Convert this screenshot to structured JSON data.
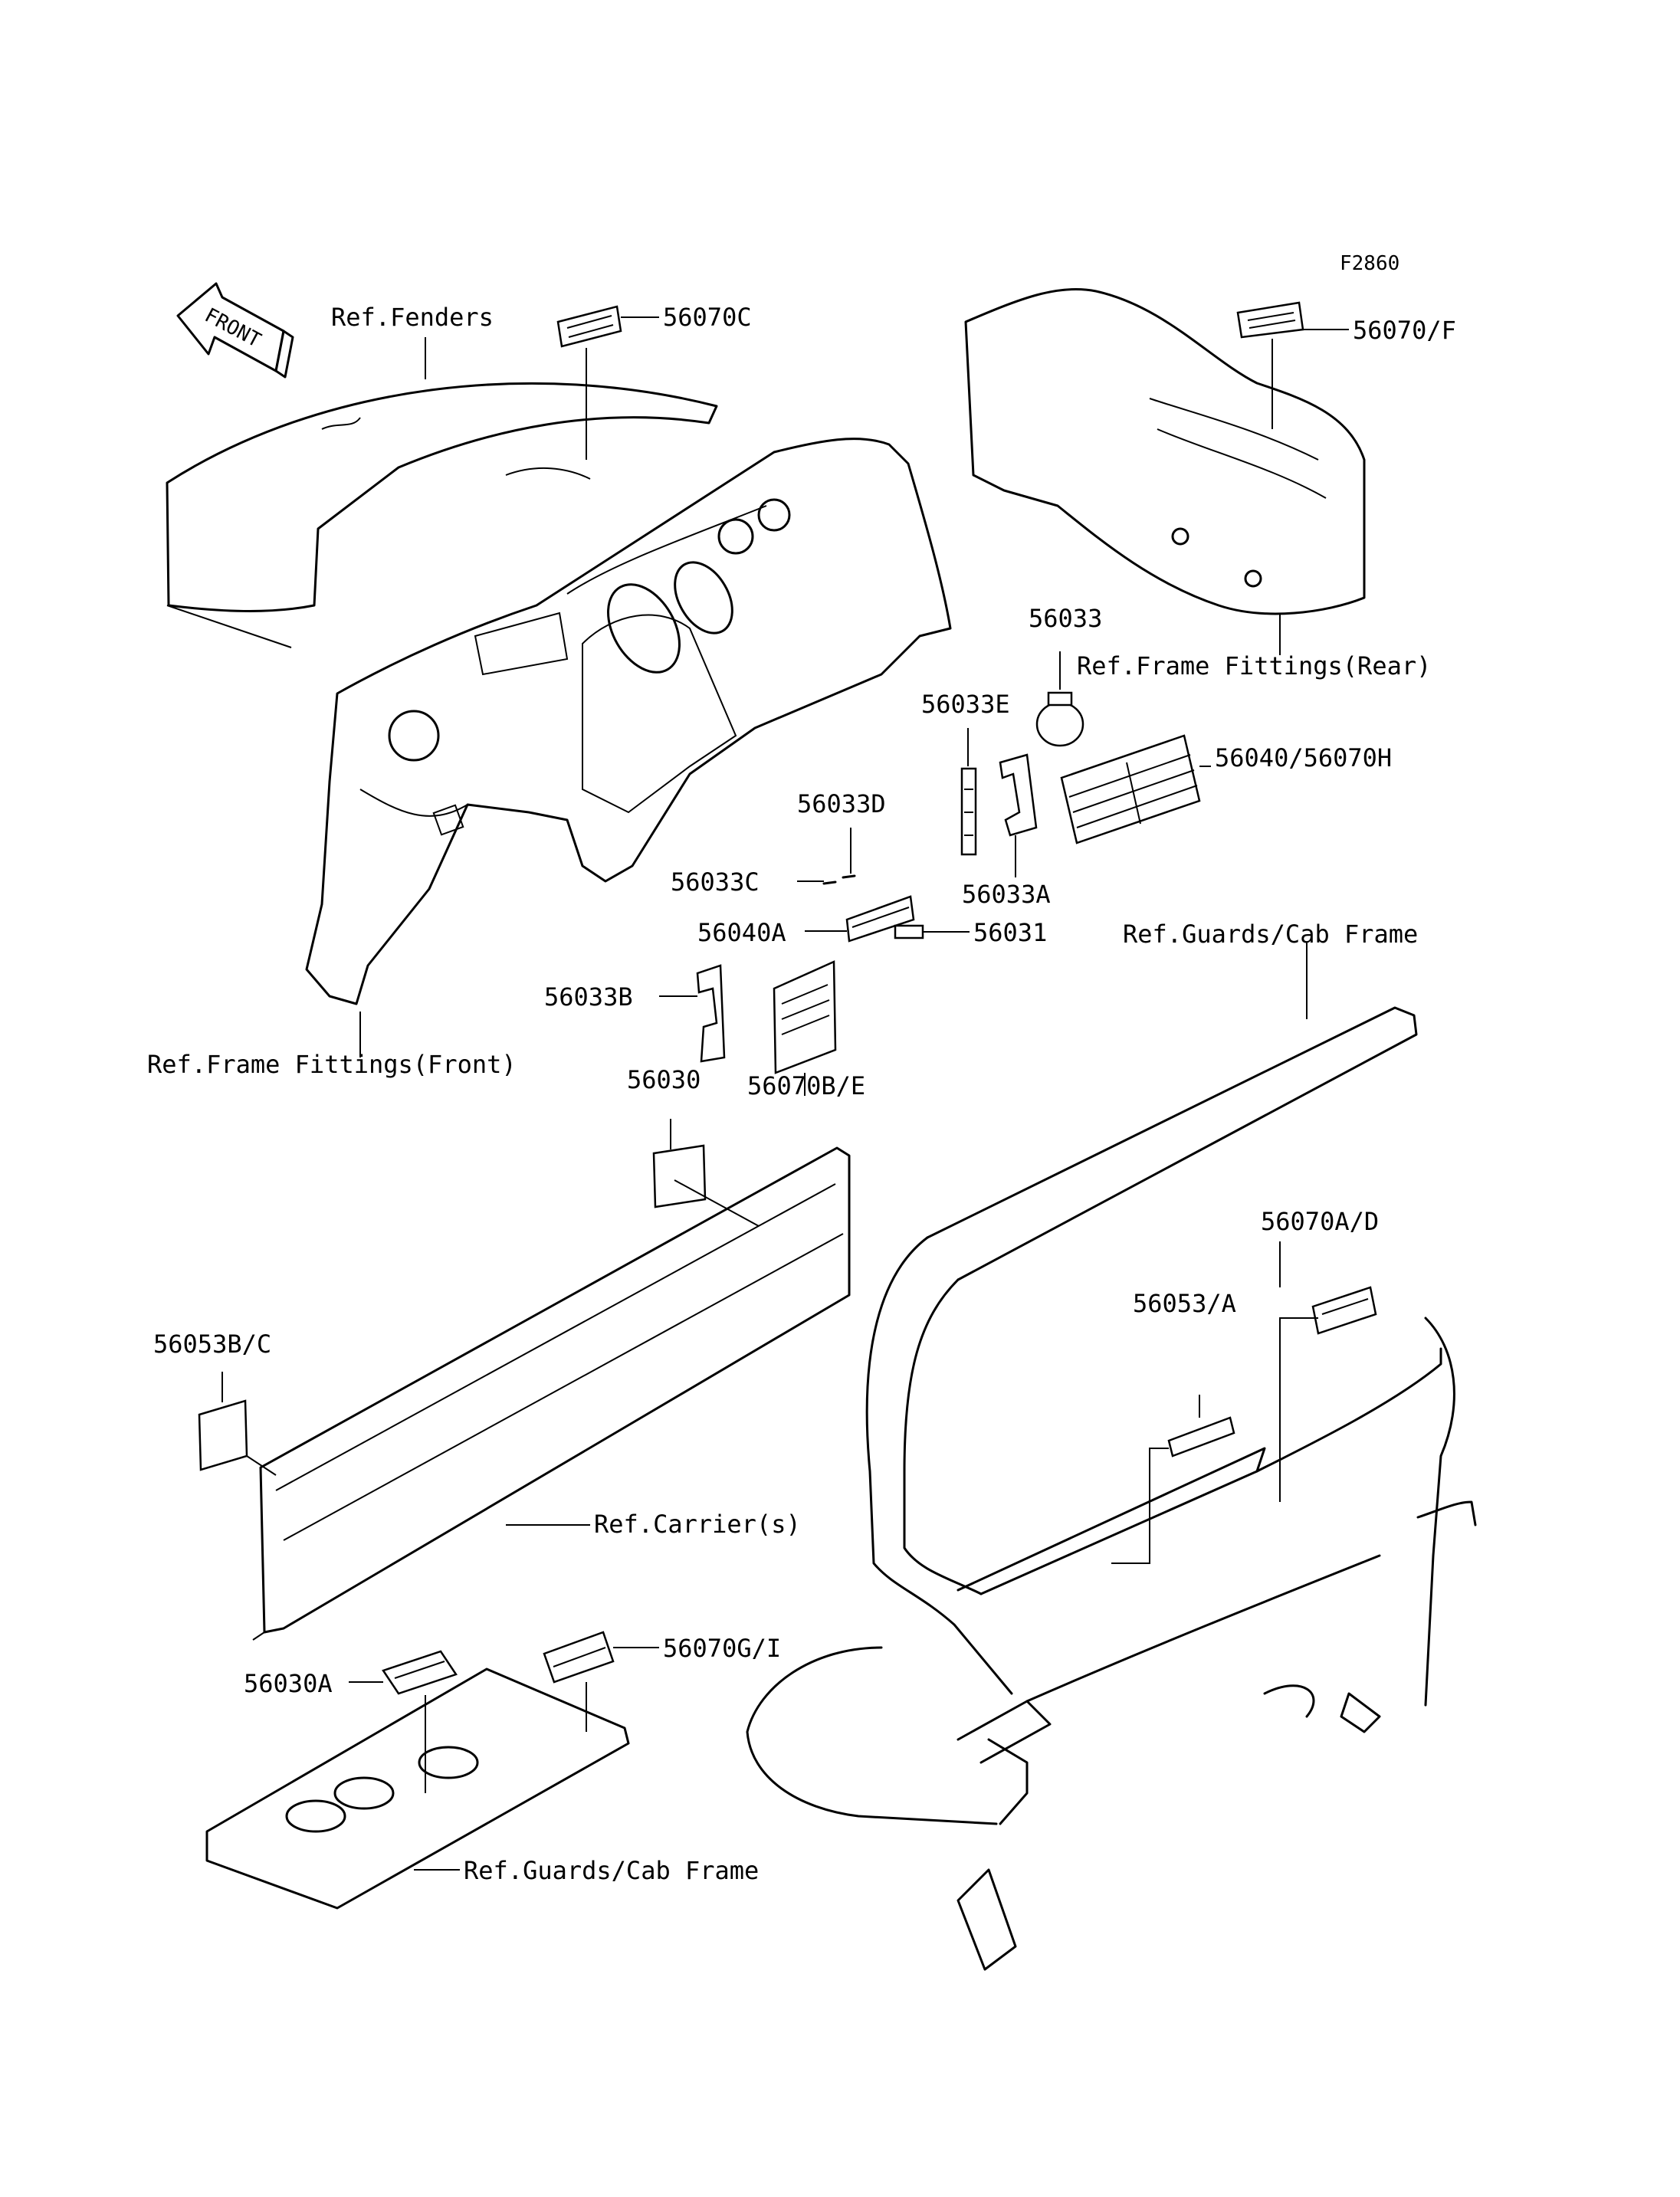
{
  "figure_code": "F2860",
  "front_arrow_text": "FRONT",
  "labels": {
    "p56070C": "56070C",
    "p56070F": "56070/F",
    "p56033": "56033",
    "p56033E": "56033E",
    "p56040_56070H": "56040/56070H",
    "p56033D": "56033D",
    "p56033C": "56033C",
    "p56033A": "56033A",
    "p56040A": "56040A",
    "p56031": "56031",
    "p56033B": "56033B",
    "p56070BE": "56070B/E",
    "p56030": "56030",
    "p56070AD": "56070A/D",
    "p56053A": "56053/A",
    "p56053BC": "56053B/C",
    "p56070GI": "56070G/I",
    "p56030A": "56030A"
  },
  "refs": {
    "fenders": "Ref.Fenders",
    "frame_rear": "Ref.Frame Fittings(Rear)",
    "frame_front": "Ref.Frame Fittings(Front)",
    "guards_cab_top": "Ref.Guards/Cab Frame",
    "carrier": "Ref.Carrier(s)",
    "guards_cab_bottom": "Ref.Guards/Cab Frame"
  },
  "colors": {
    "ink": "#000000",
    "paper": "#ffffff"
  }
}
